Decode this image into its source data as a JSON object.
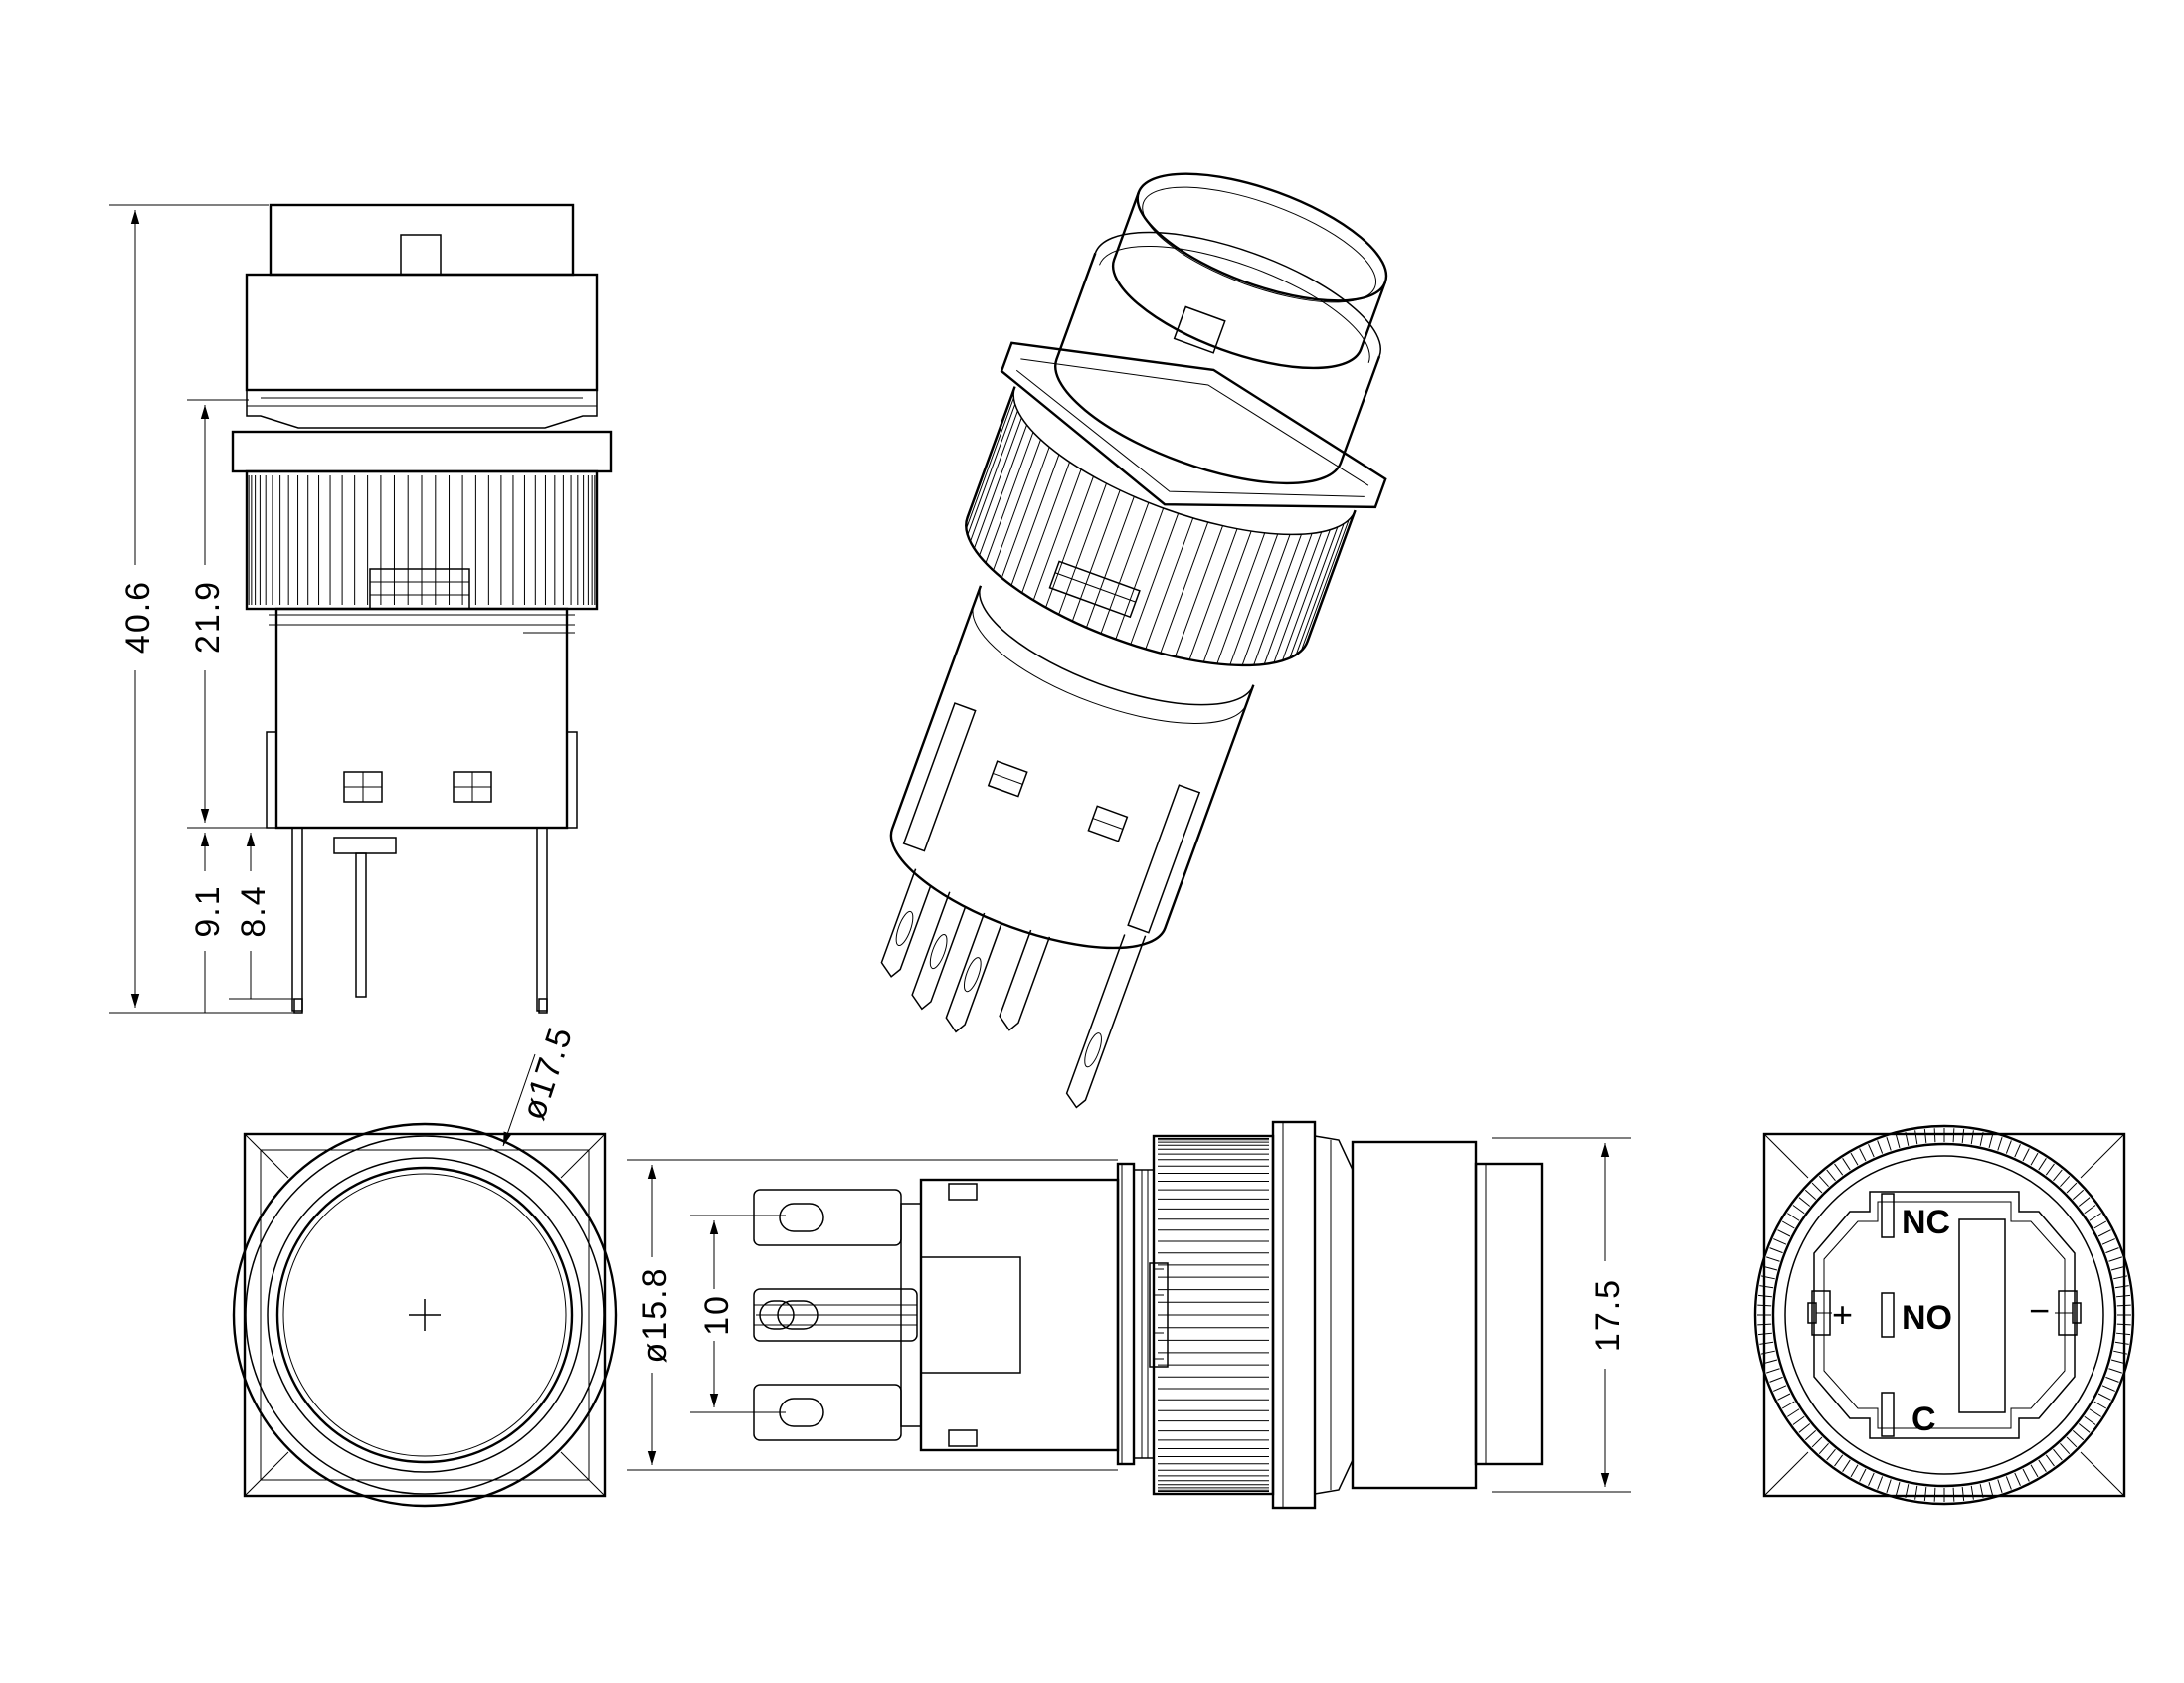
{
  "dimensions": {
    "total_height": "40.6",
    "body_height": "21.9",
    "terminal_outer": "9.1",
    "terminal_inner": "8.4",
    "bezel_diameter": "ø17.5",
    "body_diameter": "ø15.8",
    "terminal_pitch": "10",
    "square_width": "17.5"
  },
  "terminals": {
    "nc": "NC",
    "no": "NO",
    "c": "C",
    "plus": "+",
    "minus": "−"
  }
}
